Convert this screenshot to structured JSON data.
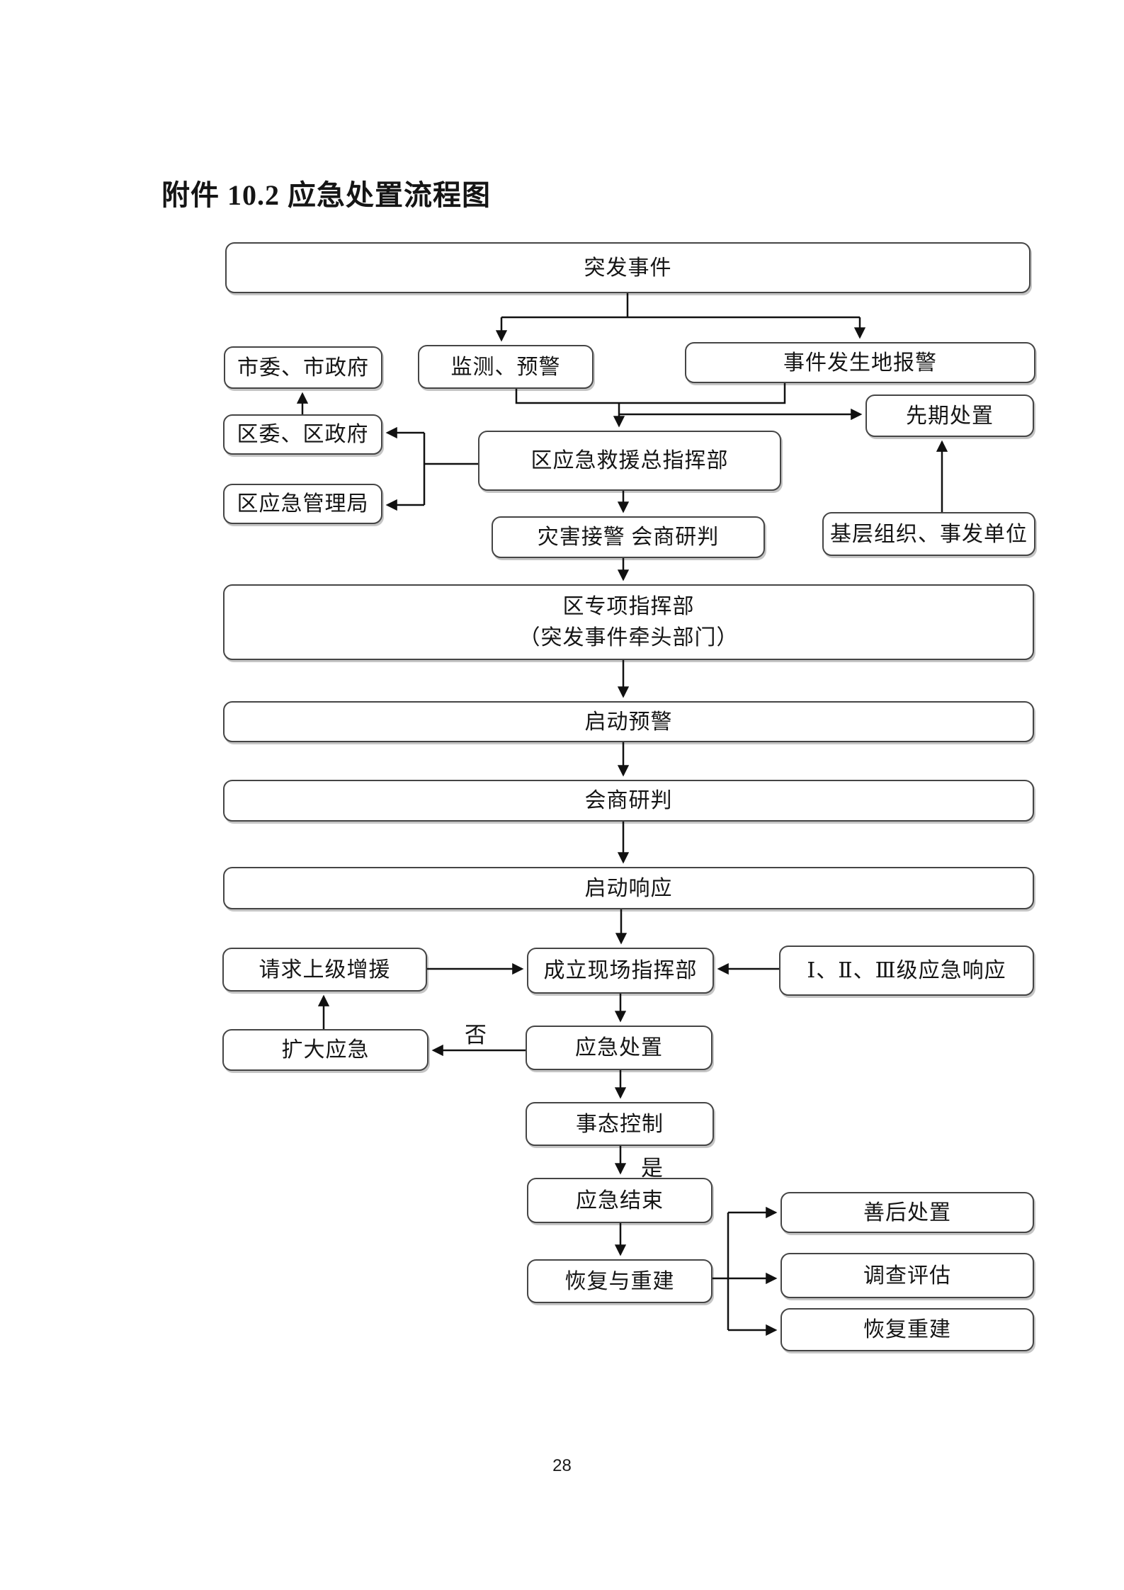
{
  "page": {
    "title": "附件 10.2 应急处置流程图",
    "page_number": "28"
  },
  "flowchart": {
    "nodes": {
      "emergency_event": {
        "label": "突发事件"
      },
      "city_committee": {
        "label": "市委、市政府"
      },
      "monitoring": {
        "label": "监测、预警"
      },
      "incident_report": {
        "label": "事件发生地报警"
      },
      "district_committee": {
        "label": "区委、区政府"
      },
      "district_bureau": {
        "label": "区应急管理局"
      },
      "rescue_hq": {
        "label": "区应急救援总指挥部"
      },
      "early_disposal": {
        "label": "先期处置"
      },
      "grassroots": {
        "label": "基层组织、事发单位"
      },
      "disaster_alarm": {
        "label": "灾害接警 会商研判"
      },
      "special_hq": {
        "label_line1": "区专项指挥部",
        "label_line2": "（突发事件牵头部门）"
      },
      "start_warning": {
        "label": "启动预警"
      },
      "consultation": {
        "label": "会商研判"
      },
      "start_response": {
        "label": "启动响应"
      },
      "request_support": {
        "label": "请求上级增援"
      },
      "onsite_hq": {
        "label": "成立现场指挥部"
      },
      "response_levels": {
        "label": "Ⅰ、Ⅱ、Ⅲ级应急响应"
      },
      "expand_emergency": {
        "label": "扩大应急"
      },
      "emergency_disposal": {
        "label": "应急处置"
      },
      "situation_control": {
        "label": "事态控制"
      },
      "emergency_end": {
        "label": "应急结束"
      },
      "aftermath": {
        "label": "善后处置"
      },
      "investigation": {
        "label": "调查评估"
      },
      "rebuild": {
        "label": "恢复重建"
      },
      "recovery": {
        "label": "恢复与重建"
      }
    },
    "edge_labels": {
      "no": "否",
      "yes": "是"
    },
    "colors": {
      "line": "#111111",
      "border": "#454545",
      "text": "#151515"
    }
  }
}
